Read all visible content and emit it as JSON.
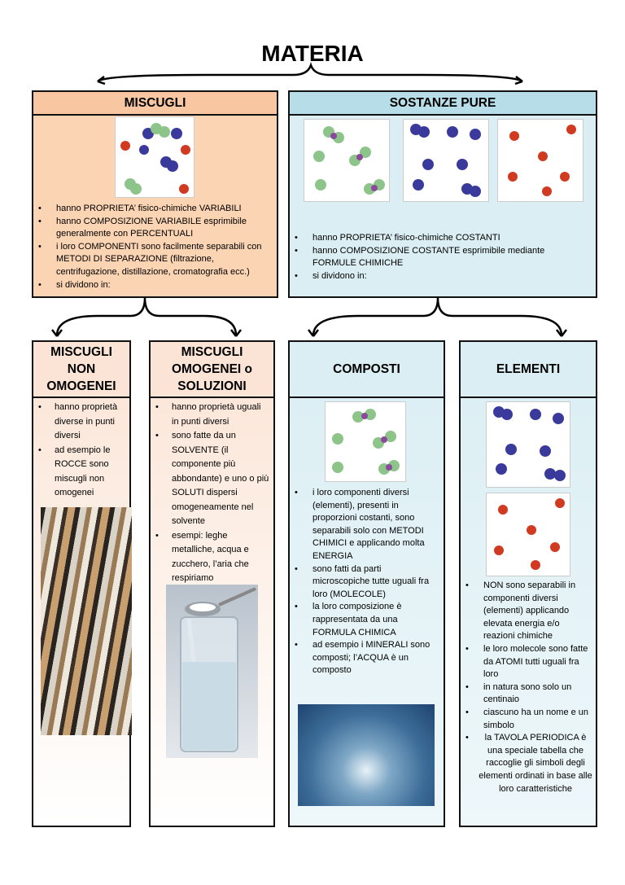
{
  "title": "MATERIA",
  "miscugli": {
    "title": "MISCUGLI",
    "bullets": [
      "hanno PROPRIETA’ fisico-chimiche VARIABILI",
      "hanno COMPOSIZIONE VARIABILE esprimibile generalmente con PERCENTUALI",
      "i loro COMPONENTI sono facilmente separabili con METODI DI SEPARAZIONE (filtrazione, centrifugazione, distillazione, cromatografia ecc.)",
      "si dividono in:"
    ]
  },
  "sostanze_pure": {
    "title": "SOSTANZE PURE",
    "bullets": [
      "hanno PROPRIETA’ fisico-chimiche COSTANTI",
      "hanno COMPOSIZIONE COSTANTE esprimibile mediante FORMULE CHIMICHE",
      "si dividono in:"
    ]
  },
  "non_omogenei": {
    "title": "MISCUGLI NON OMOGENEI",
    "bullets": [
      "hanno proprietà diverse in punti diversi",
      "ad esempio le ROCCE sono miscugli non omogenei"
    ]
  },
  "omogenei": {
    "title": "MISCUGLI OMOGENEI o SOLUZIONI",
    "bullets": [
      "hanno proprietà uguali in punti diversi",
      "sono fatte da un SOLVENTE (il componente più abbondante) e uno o più SOLUTI dispersi omogeneamente nel solvente",
      "esempi: leghe metalliche, acqua e zucchero, l’aria che respiriamo"
    ]
  },
  "composti": {
    "title": "COMPOSTI",
    "bullets": [
      "i loro componenti diversi (elementi), presenti in proporzioni costanti, sono separabili solo con METODI CHIMICI e applicando molta ENERGIA",
      "sono fatti da parti microscopiche tutte uguali fra loro (MOLECOLE)",
      "la loro composizione è rappresentata da una FORMULA CHIMICA",
      "ad esempio i MINERALI sono composti; l’ACQUA è un composto"
    ]
  },
  "elementi": {
    "title": "ELEMENTI",
    "bullets": [
      "NON sono separabili in componenti diversi (elementi) applicando elevata energia e/o reazioni chimiche",
      "le loro molecole sono fatte da ATOMI tutti uguali fra loro",
      "in natura sono solo un centinaio",
      "ciascuno ha un nome e un simbolo",
      "la TAVOLA PERIODICA è una speciale tabella che raccoglie gli simboli degli elementi ordinati in base alle loro caratteristiche"
    ]
  }
}
